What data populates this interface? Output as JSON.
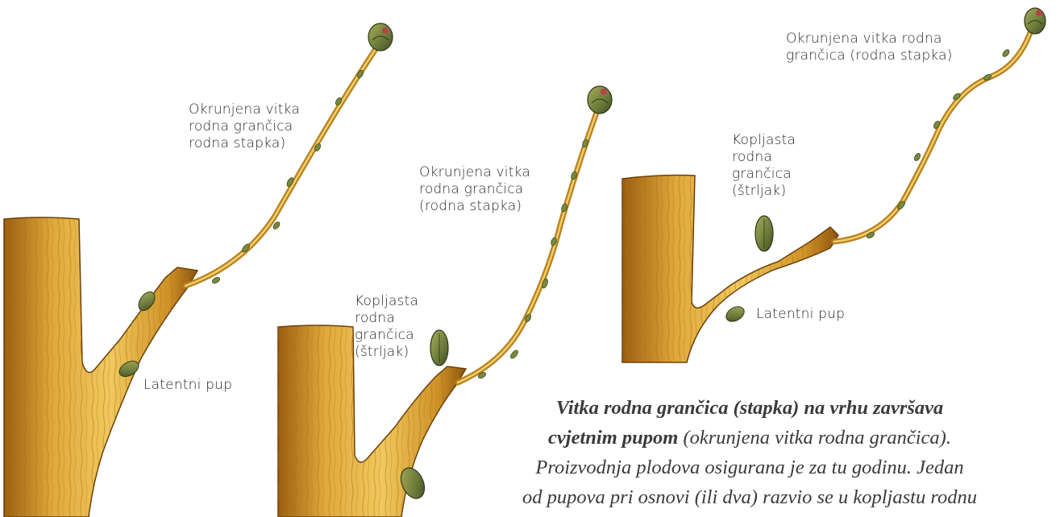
{
  "labels": {
    "fig1_crowned": [
      "Okrunjena vitka",
      "rodna grančica",
      "rodna stapka)"
    ],
    "fig1_latent": [
      "Latentni pup"
    ],
    "fig2_crowned": [
      "Okrunjena vitka",
      "rodna grančica",
      "(rodna stapka)"
    ],
    "fig2_spur": [
      "Kopljasta",
      "rodna",
      "grančica",
      "(štrljak)"
    ],
    "fig3_crowned": [
      "Okrunjena vitka rodna",
      "grančica (rodna stapka)"
    ],
    "fig3_spur": [
      "Kopljasta",
      "rodna",
      "grančica",
      "(štrljak)"
    ],
    "fig3_latent": [
      "Latentni pup"
    ]
  },
  "caption": {
    "line1_bold": "Vitka rodna grančica (stapka) na vrhu završava",
    "line2_bold": "cvjetnim pupom",
    "line2_rest": " (okrunjena vitka rodna grančica).",
    "line3": "Proizvodnja plodova osigurana je za tu godinu. Jedan",
    "line4": "od pupova pri osnovi (ili dva) razvio se u kopljastu rodnu"
  },
  "colors": {
    "wood_light": "#e8b84a",
    "wood_mid": "#c98a1e",
    "wood_dark": "#7a4a0c",
    "bud_green": "#6b7a3a",
    "bud_dark": "#3d4a1f",
    "bud_tip": "#b4434a"
  }
}
